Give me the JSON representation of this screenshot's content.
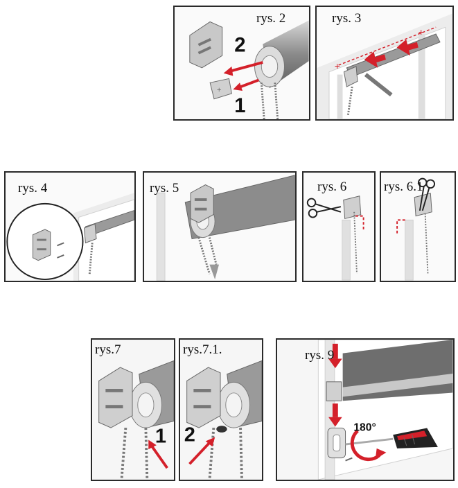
{
  "figures": {
    "fig2": {
      "caption": "rys. 2",
      "step_1": "1",
      "step_2": "2"
    },
    "fig3": {
      "caption": "rys. 3"
    },
    "fig4": {
      "caption": "rys. 4"
    },
    "fig5": {
      "caption": "rys. 5"
    },
    "fig6": {
      "caption": "rys. 6"
    },
    "fig61": {
      "caption": "rys. 6.1"
    },
    "fig7": {
      "caption": "rys.7",
      "step_1": "1"
    },
    "fig71": {
      "caption": "rys.7.1.",
      "step_2": "2"
    },
    "fig9": {
      "caption": "rys. 9",
      "angle": "180°"
    }
  },
  "colors": {
    "arrow": "#d4202a",
    "frame": "#e6e6e6",
    "metal": "#b8b8b8",
    "panel_border": "#2a2a2a"
  },
  "icons": [
    "scissors-icon",
    "screwdriver-icon",
    "rotation-arrow-icon",
    "bead-chain-icon",
    "bracket-icon"
  ]
}
